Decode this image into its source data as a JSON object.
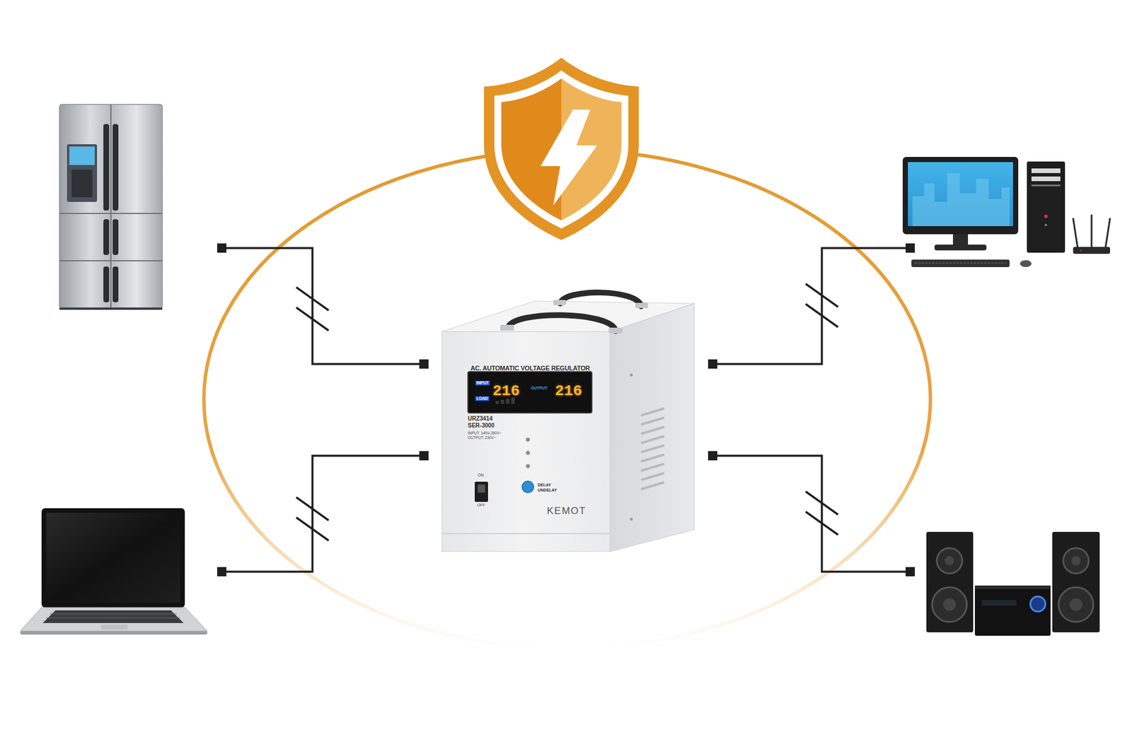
{
  "diagram": {
    "nodes": [
      {
        "text": [
          "AC. AUTOMATIC VOLTAGE REGULATOR",
          "INPUT",
          "216",
          "OUTPUT",
          "216",
          "LOAD",
          "URZ3414",
          "SER-3000",
          "INPUT: 140V-260V~",
          "OUTPUT: 230V~",
          "ON",
          "OFF",
          "DELAY",
          "UNDELAY",
          "KEMOT"
        ]
      }
    ]
  }
}
